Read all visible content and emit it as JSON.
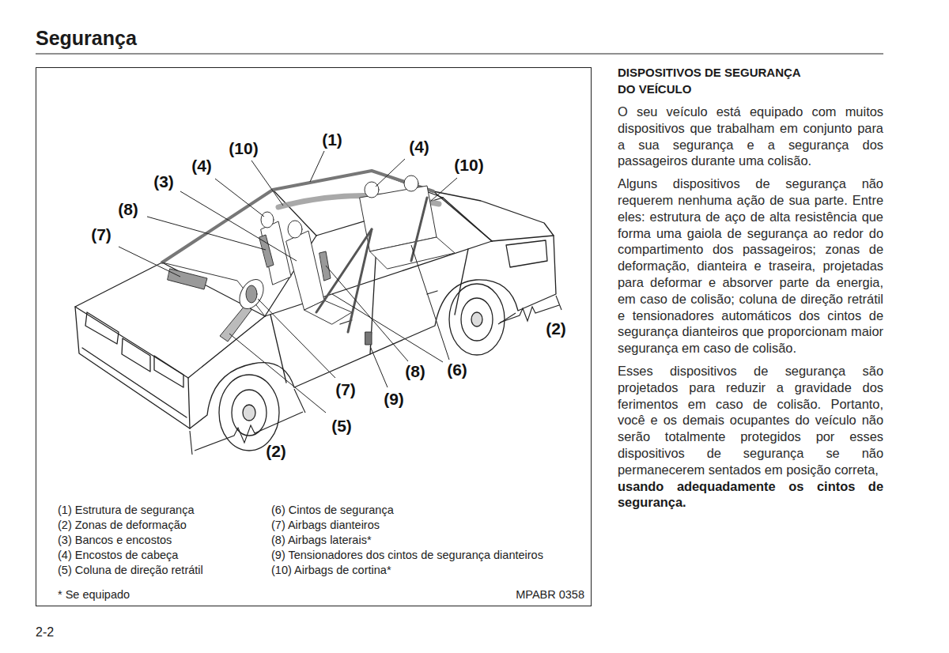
{
  "diagram": {
    "title": "Segurança",
    "nodes": [
      {
        "text": [
          "(1) Estrutura de segurança",
          "(2) Zonas de deformação",
          "(3) Bancos e encostos",
          "(4) Encostos de cabeça",
          "(5) Coluna de direção retrátil",
          "(6) Cintos de segurança",
          "(7) Airbags dianteiros",
          "(8) Airbags laterais*",
          "(9) Tensionadores dos cintos de segurança dianteiros",
          "(10) Airbags de cortina*",
          "* Se equipado",
          "MPABR 0358"
        ]
      }
    ],
    "labels": [
      "(1)",
      "(10)",
      "(4)",
      "(4)",
      "(10)",
      "(3)",
      "(8)",
      "(7)",
      "(2)",
      "(6)",
      "(8)",
      "(7)",
      "(9)",
      "(5)",
      "(2)",
      "DISPOSITIVOS DE SEGURANÇA DO VEÍCULO",
      "O seu veículo está equipado com muitos dispositivos que trabalham em conjunto para a sua segurança e a segurança dos passageiros durante uma colisão.",
      "Alguns dispositivos de segurança não requerem nenhuma ação de sua parte. Entre eles: estrutura de aço de alta resistência que forma uma gaiola de segurança ao redor do compartimento dos passageiros; zonas de deformação, dianteira e traseira, projetadas para deformar e absorver parte da energia, em caso de colisão; coluna de direção retrátil e tensionadores automáticos dos cintos de segurança dianteiros que proporcionam maior segurança em caso de colisão.",
      "Esses dispositivos de segurança são projetados para reduzir a gravidade dos ferimentos em caso de colisão. Portanto, você e os demais ocupantes do veículo não serão totalmente protegidos por esses dispositivos de segurança se não permanecerem sentados em posição correta,",
      "usando adequadamente os cintos de segurança.",
      "2-2"
    ]
  }
}
